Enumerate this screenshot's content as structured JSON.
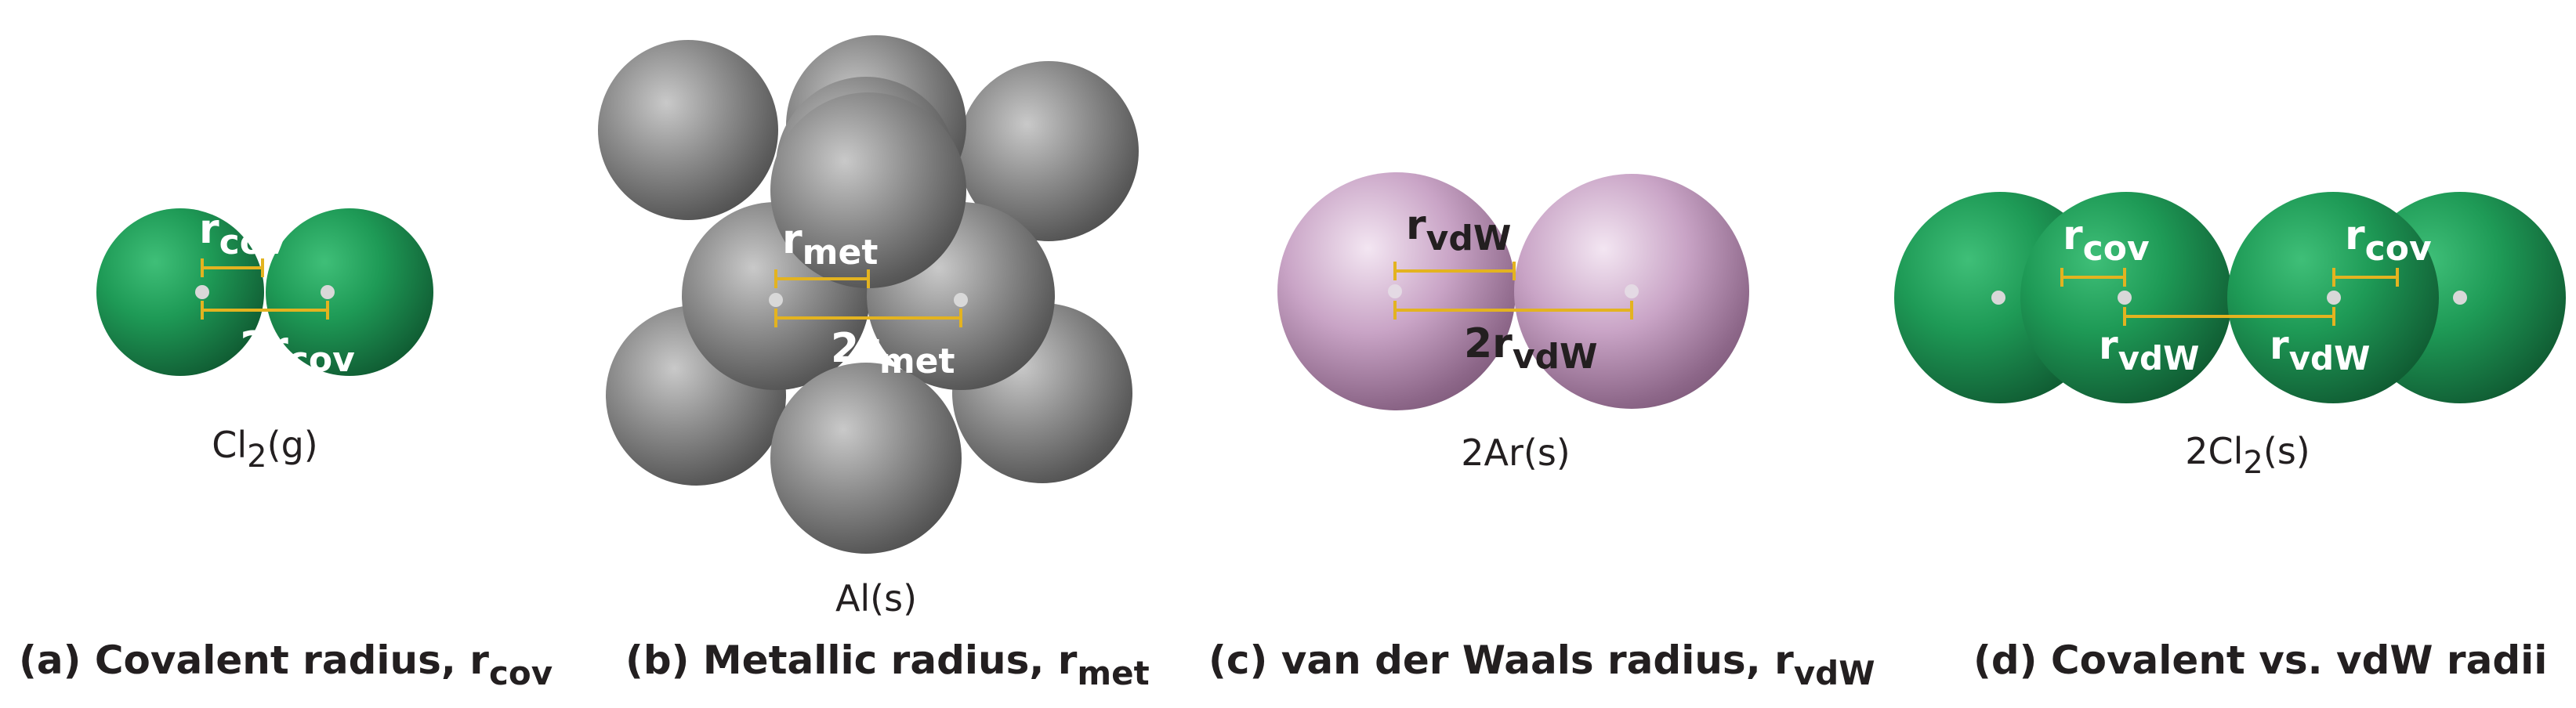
{
  "colors": {
    "chlorine": "#1c8a4c",
    "aluminum": "#8c8c8c",
    "argon": "#b890b0",
    "bond_line": "#e3b320",
    "center_dot": "#d8d8d8",
    "label_light": "#ffffff",
    "label_dark": "#231f20",
    "caption": "#231f20"
  },
  "panels": {
    "a": {
      "formula_main": "Cl",
      "formula_sub": "2",
      "formula_tail": "(g)",
      "r_label": {
        "main": "r",
        "sub": "cov"
      },
      "two_r_label": {
        "main": "2r",
        "sub": "cov"
      },
      "caption_main": "(a) Covalent radius, r",
      "caption_sub": "cov"
    },
    "b": {
      "formula": "Al(s)",
      "r_label": {
        "main": "r",
        "sub": "met"
      },
      "two_r_label": {
        "main": "2r",
        "sub": "met"
      },
      "caption_main": "(b) Metallic radius, r",
      "caption_sub": "met"
    },
    "c": {
      "formula": "2Ar(s)",
      "r_label": {
        "main": "r",
        "sub": "vdW"
      },
      "two_r_label": {
        "main": "2r",
        "sub": "vdW"
      },
      "caption_main": "(c) van der Waals radius, r",
      "caption_sub": "vdW"
    },
    "d": {
      "formula_main": "2Cl",
      "formula_sub": "2",
      "formula_tail": "(s)",
      "r_cov_left": {
        "main": "r",
        "sub": "cov"
      },
      "r_cov_right": {
        "main": "r",
        "sub": "cov"
      },
      "r_vdw_left": {
        "main": "r",
        "sub": "vdW"
      },
      "r_vdw_right": {
        "main": "r",
        "sub": "vdW"
      },
      "caption": "(d) Covalent vs. vdW radii"
    }
  }
}
